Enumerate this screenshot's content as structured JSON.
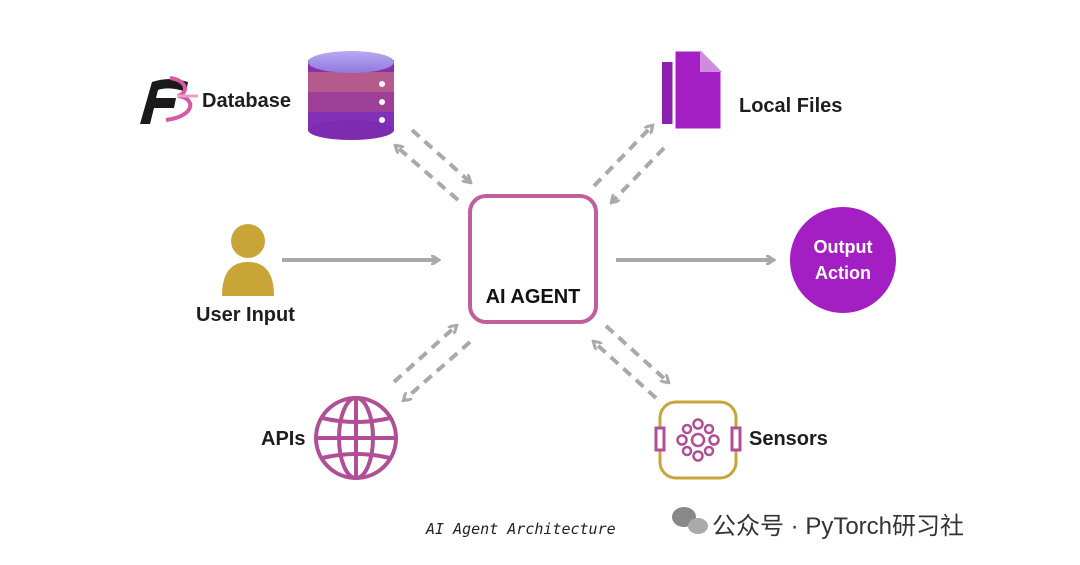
{
  "nodes": {
    "database": "Database",
    "local_files": "Local Files",
    "user_input": "User Input",
    "agent": "AI AGENT",
    "output_line1": "Output",
    "output_line2": "Action",
    "apis": "APIs",
    "sensors": "Sensors"
  },
  "logo_letter": "F",
  "caption": "AI Agent Architecture",
  "watermark": "公众号 · PyTorch研习社",
  "colors": {
    "purple": "#a31fc4",
    "pink_border": "#c05f9a",
    "gold": "#c9a436",
    "arrow_gray": "#a9a9a9"
  },
  "icons": [
    "database-icon",
    "documents-icon",
    "user-icon",
    "lightbulb-brain-icon",
    "globe-icon",
    "sensor-icon",
    "wechat-icon"
  ]
}
